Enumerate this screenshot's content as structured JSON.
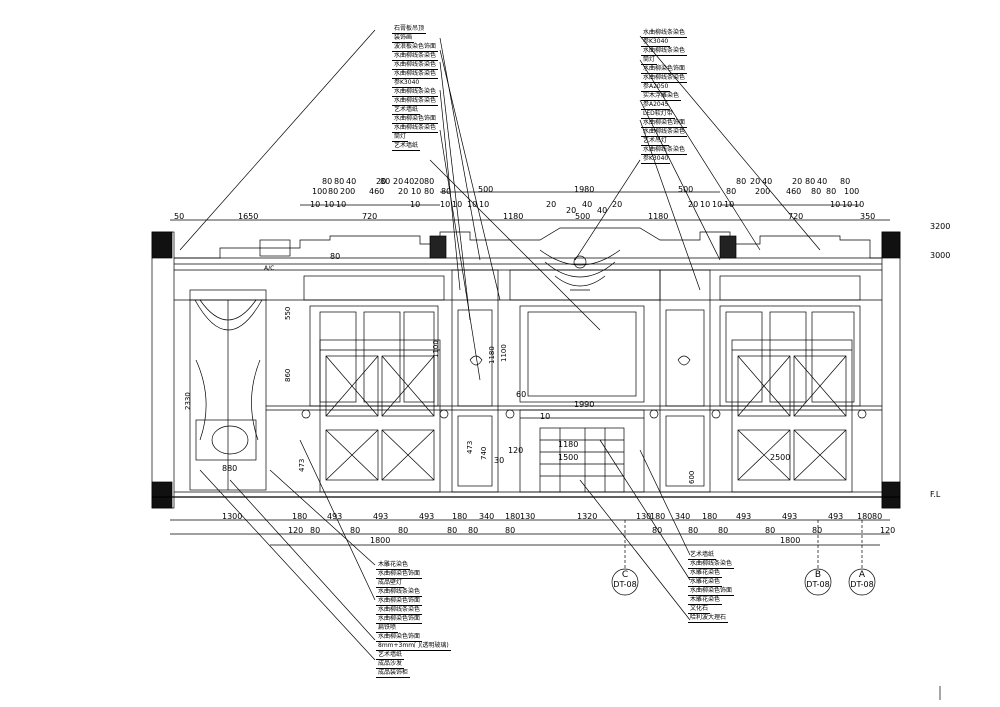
{
  "labels_left_top": [
    "石膏板吊顶",
    "装饰画",
    "波浪板染色饰面",
    "水曲柳线条染色",
    "水曲柳线条染色",
    "水曲柳线条染色",
    "参K3040",
    "水曲柳线条染色",
    "水曲柳线条染色",
    "艺术墙纸",
    "水曲柳染色饰面",
    "水曲柳线条染色",
    "筒灯",
    "艺术墙纸"
  ],
  "labels_right_top": [
    "水曲柳线条染色",
    "参K3040",
    "水曲柳线条染色",
    "筒灯",
    "水曲柳染色饰面",
    "水曲柳线条染色",
    "参A2050",
    "实木浮雕染色",
    "参A2045",
    "LED软灯带",
    "水曲柳染色饰面",
    "水曲柳线条染色",
    "艺术吊灯",
    "水曲柳线条染色",
    "参K3040"
  ],
  "labels_left_bottom": [
    "木雕花染色",
    "水曲柳染色饰面",
    "成品壁灯",
    "水曲柳线条染色",
    "水曲柳染色饰面",
    "水曲柳线条染色",
    "水曲柳染色饰面",
    "扁铁喷",
    "水曲柳染色饰面",
    "8mm+3mm门(透明玻璃)",
    "艺术墙纸",
    "成品沙发",
    "成品装饰柜"
  ],
  "labels_right_bottom": [
    "艺术墙纸",
    "水曲柳线条染色",
    "水雕花染色",
    "水雕花染色",
    "水曲柳染色饰面",
    "木雕花染色",
    "文化石",
    "哈利波大理石"
  ],
  "dims_top_row1": [
    "80",
    "80",
    "40",
    "20",
    "80",
    "20",
    "40",
    "20",
    "80",
    "500",
    "1980",
    "500",
    "80",
    "20",
    "40",
    "20",
    "80",
    "40",
    "80"
  ],
  "dims_top_row2": [
    "100",
    "80",
    "200",
    "460",
    "20",
    "10",
    "80",
    "80",
    "20",
    "40",
    "20",
    "80",
    "200",
    "460",
    "80",
    "80",
    "100"
  ],
  "dims_top_row3": [
    "10",
    "10",
    "10",
    "10",
    "10",
    "10",
    "10",
    "10",
    "20",
    "40",
    "20",
    "10",
    "10",
    "10",
    "10",
    "10",
    "10"
  ],
  "dims_top_row4": [
    "50",
    "1650",
    "720",
    "1180",
    "500",
    "1180",
    "720",
    "350"
  ],
  "dims_bottom_row1": [
    "1300",
    "180",
    "493",
    "493",
    "493",
    "180",
    "340",
    "180",
    "130",
    "1320",
    "130",
    "180",
    "340",
    "180",
    "493",
    "493",
    "493",
    "180",
    "80"
  ],
  "dims_bottom_row2": [
    "120",
    "80",
    "80",
    "80",
    "80",
    "80",
    "80",
    "80",
    "80",
    "80",
    "80",
    "80",
    "120"
  ],
  "dims_bottom_row3": [
    "1800",
    "1800"
  ],
  "inner_dims": [
    "1990",
    "1180",
    "1500",
    "2500",
    "2330",
    "860",
    "1100",
    "1100",
    "550",
    "740",
    "1180",
    "473",
    "473",
    "80",
    "120",
    "30",
    "60",
    "10",
    "600",
    "880"
  ],
  "section_marks": [
    {
      "letter": "C",
      "code": "DT-08"
    },
    {
      "letter": "B",
      "code": "DT-08"
    },
    {
      "letter": "A",
      "code": "DT-08"
    }
  ],
  "level_marks": [
    "3200",
    "3000",
    "F.L"
  ],
  "misc_text": [
    "A/C"
  ]
}
